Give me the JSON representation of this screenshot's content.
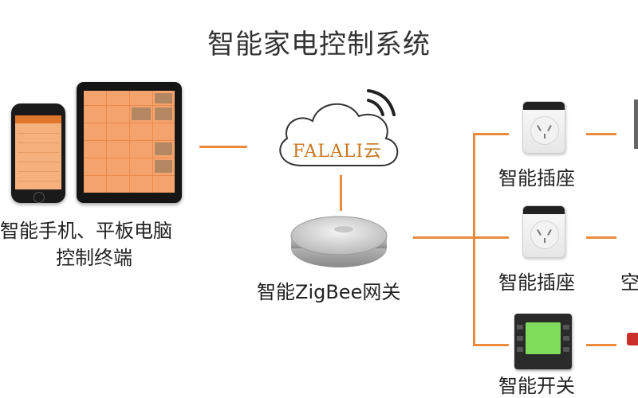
{
  "title": "智能家电控制系统",
  "terminal_label_line1": "智能手机、平板电脑",
  "terminal_label_line2": "控制终端",
  "cloud_label": "FALALI云",
  "gateway_label": "智能ZigBee网关",
  "devices": [
    {
      "label": "智能插座",
      "icon": "smart-socket-icon"
    },
    {
      "label": "智能插座",
      "icon": "smart-socket-icon"
    },
    {
      "label": "智能开关",
      "icon": "smart-switch-panel-icon"
    }
  ],
  "cutoff_label_partial": "空",
  "colors": {
    "connector": "#ec8a3c",
    "app_orange": "#f5a36c",
    "cloud_text": "#c9781f"
  }
}
